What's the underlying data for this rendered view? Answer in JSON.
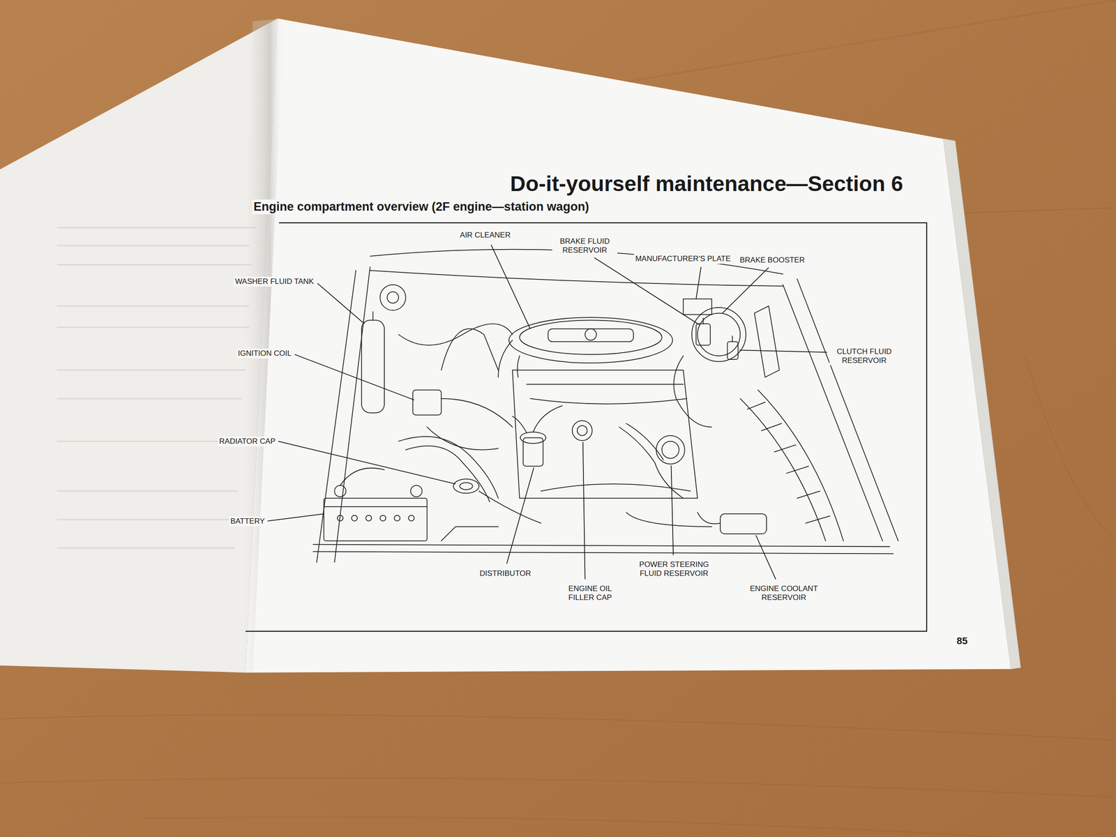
{
  "diagram": {
    "title": "Do-it-yourself maintenance—Section 6",
    "labels": [
      "Engine compartment overview (2F engine—station wagon)",
      "AIR CLEANER",
      "BRAKE FLUID RESERVOIR",
      "MANUFACTURER'S PLATE",
      "BRAKE BOOSTER",
      "WASHER FLUID TANK",
      "CLUTCH FLUID RESERVOIR",
      "IGNITION COIL",
      "RADIATOR CAP",
      "BATTERY",
      "DISTRIBUTOR",
      "ENGINE OIL FILLER CAP",
      "POWER STEERING FLUID RESERVOIR",
      "ENGINE COOLANT RESERVOIR",
      "85"
    ]
  }
}
